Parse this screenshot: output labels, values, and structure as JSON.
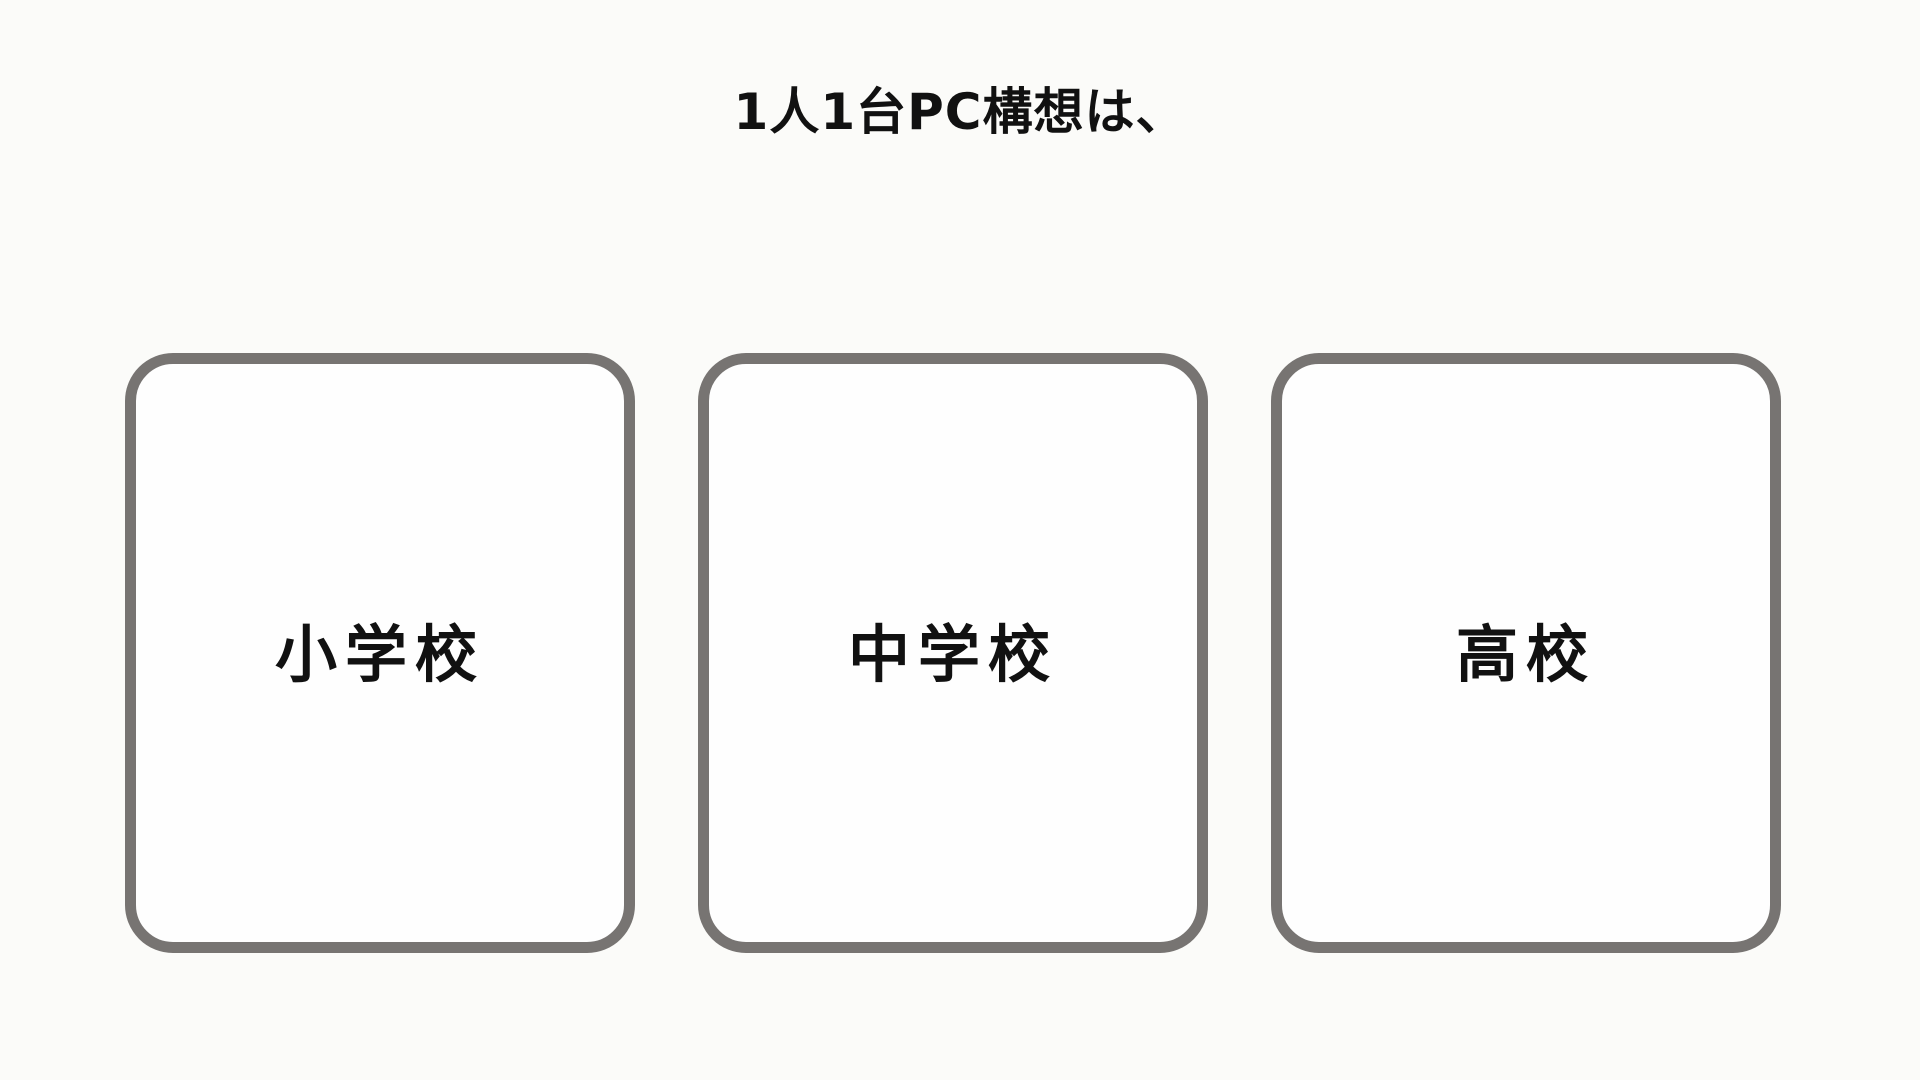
{
  "title": "1人1台PC構想は、",
  "cards": [
    {
      "label": "小学校"
    },
    {
      "label": "中学校"
    },
    {
      "label": "高校"
    }
  ],
  "colors": {
    "background": "#fbfbf9",
    "card_border": "#777472",
    "text": "#111111"
  }
}
